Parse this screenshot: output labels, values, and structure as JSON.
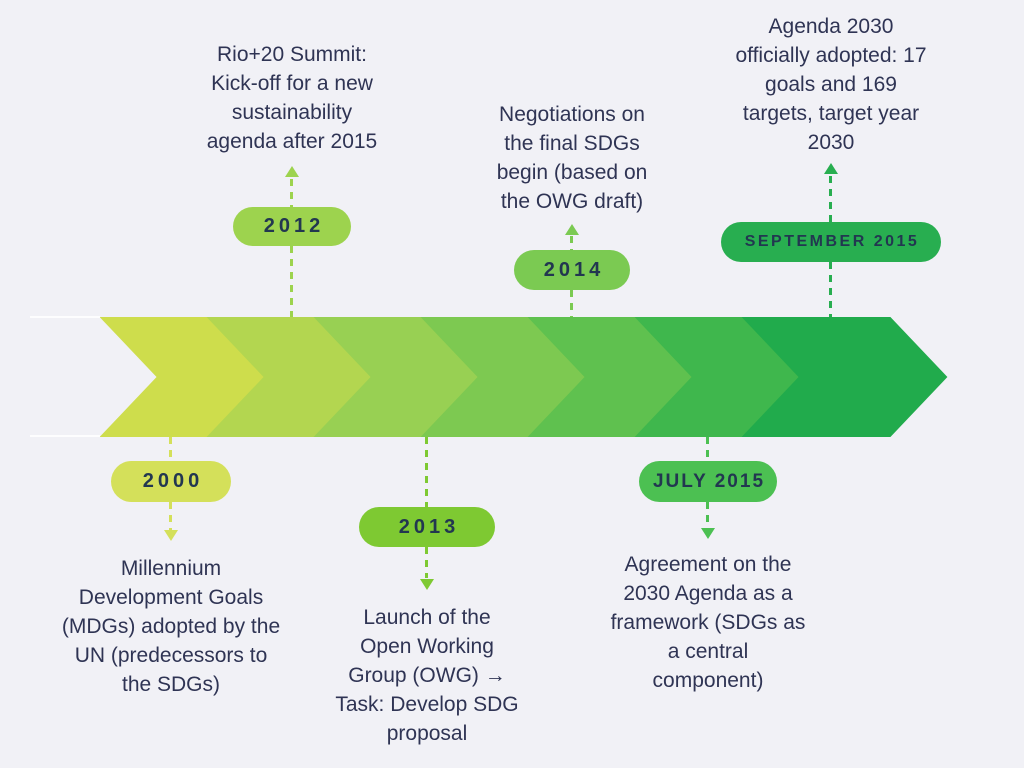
{
  "canvas": {
    "background": "#f1f1f6",
    "text_color": "#2f3454",
    "badge_text_color": "#223750"
  },
  "arrow": {
    "name": "timeline-gradient-arrow",
    "segment_colors": [
      "#cedd4c",
      "#b3d650",
      "#98d053",
      "#7dc951",
      "#5fc14f",
      "#3fb74d",
      "#21ab4c"
    ]
  },
  "milestones": [
    {
      "badge_label": "2012",
      "accent": "#9dd34e",
      "placement": "above",
      "description": "Rio+20 Summit:\nKick-off for a new\nsustainability\nagenda after 2015"
    },
    {
      "badge_label": "2014",
      "accent": "#7bca52",
      "placement": "above",
      "description": "Negotiations on\nthe final SDGs\nbegin (based on\nthe OWG draft)"
    },
    {
      "badge_label": "SEPTEMBER 2015",
      "accent": "#28ae50",
      "placement": "above",
      "description": "Agenda 2030\nofficially adopted: 17\ngoals and 169\ntargets, target year\n2030"
    },
    {
      "badge_label": "2000",
      "accent": "#d4e05a",
      "placement": "below",
      "description": "Millennium\nDevelopment Goals\n(MDGs) adopted by the\nUN (predecessors to\nthe SDGs)"
    },
    {
      "badge_label": "2013",
      "accent": "#7ec932",
      "placement": "below",
      "description": "Launch of the\nOpen Working\nGroup (OWG) →\nTask: Develop SDG\nproposal"
    },
    {
      "badge_label": "JULY 2015",
      "accent": "#4cc052",
      "placement": "below",
      "description": "Agreement on the\n2030 Agenda as a\nframework (SDGs as\na central\ncomponent)"
    }
  ]
}
